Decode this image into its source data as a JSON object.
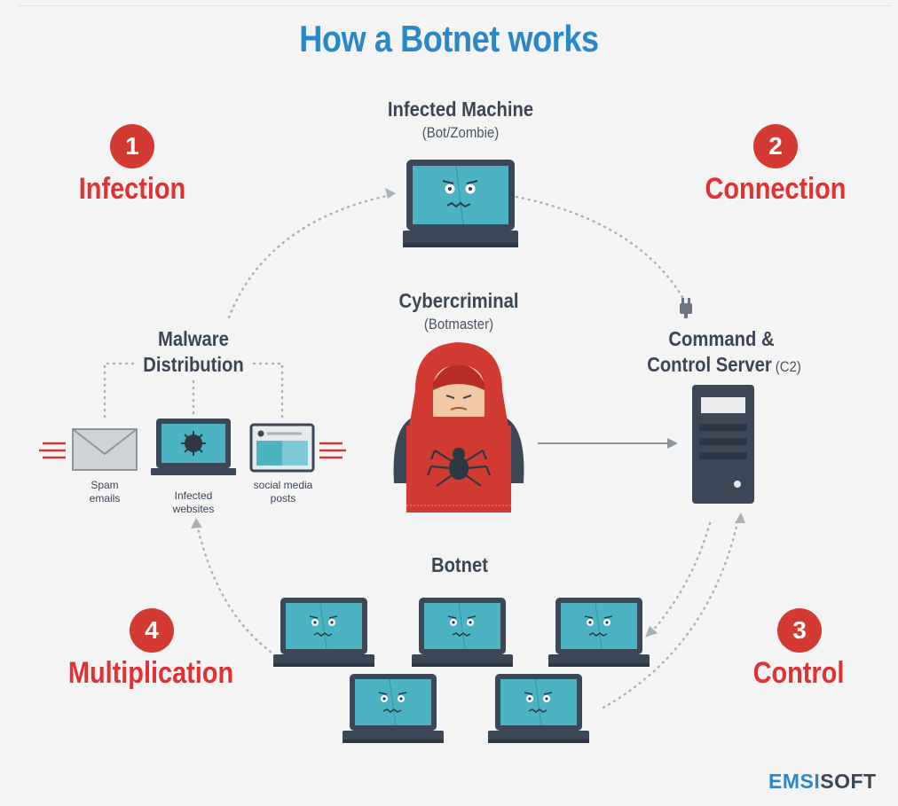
{
  "title": "How a Botnet works",
  "infected_machine": {
    "title": "Infected Machine",
    "subtitle": "(Bot/Zombie)"
  },
  "cybercriminal": {
    "title": "Cybercriminal",
    "subtitle": "(Botmaster)"
  },
  "server": {
    "line1": "Command &",
    "line2": "Control Server",
    "abbr": "(C2)"
  },
  "malware": {
    "line1": "Malware",
    "line2": "Distribution"
  },
  "channels": [
    {
      "line1": "Spam",
      "line2": "emails"
    },
    {
      "line1": "Infected",
      "line2": "websites"
    },
    {
      "line1": "social media",
      "line2": "posts"
    }
  ],
  "botnet_label": "Botnet",
  "steps": [
    {
      "number": "1",
      "label": "Infection"
    },
    {
      "number": "2",
      "label": "Connection"
    },
    {
      "number": "3",
      "label": "Control"
    },
    {
      "number": "4",
      "label": "Multiplication"
    }
  ],
  "brand": {
    "part1": "EMSI",
    "part2": "SOFT"
  },
  "colors": {
    "title": "#2a87c8",
    "accent_red": "#d43a34",
    "screen": "#4bb3c1",
    "laptop_dark": "#3b4756"
  }
}
